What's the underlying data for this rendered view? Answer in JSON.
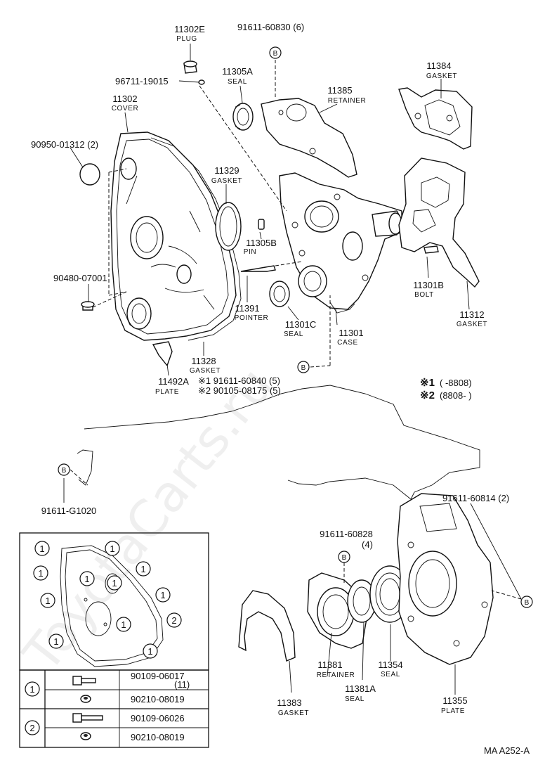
{
  "watermark": "ToyotaCarts.ru",
  "diagram_code": "MA  A252-A",
  "marker_b": "B",
  "parts": {
    "p11302e": {
      "num": "11302E",
      "name": "PLUG"
    },
    "p91611_60830": {
      "num": "91611-60830 (6)"
    },
    "p96711": {
      "num": "96711-19015"
    },
    "p11305a": {
      "num": "11305A",
      "name": "SEAL"
    },
    "p11385": {
      "num": "11385",
      "name": "RETAINER"
    },
    "p11384": {
      "num": "11384",
      "name": "GASKET"
    },
    "p11302": {
      "num": "11302",
      "name": "COVER"
    },
    "p90950": {
      "num": "90950-01312 (2)"
    },
    "p11329": {
      "num": "11329",
      "name": "GASKET"
    },
    "p11305b": {
      "num": "11305B",
      "name": "PIN"
    },
    "p90480": {
      "num": "90480-07001"
    },
    "p11301b": {
      "num": "11301B",
      "name": "BOLT"
    },
    "p11391": {
      "num": "11391",
      "name": "POINTER"
    },
    "p11301c": {
      "num": "11301C",
      "name": "SEAL"
    },
    "p11301": {
      "num": "11301",
      "name": "CASE"
    },
    "p11312": {
      "num": "11312",
      "name": "GASKET"
    },
    "p11328": {
      "num": "11328",
      "name": "GASKET"
    },
    "p11492a": {
      "num": "11492A",
      "name": "PLATE"
    },
    "p91611_60840": {
      "num": "※1 91611-60840 (5)"
    },
    "p90105": {
      "num": "※2 90105-08175 (5)"
    },
    "p91611_g1020": {
      "num": "91611-G1020"
    },
    "p91611_60814": {
      "num": "91611-60814 (2)"
    },
    "p91611_60828": {
      "num": "91611-60828",
      "qty": "(4)"
    },
    "p11381": {
      "num": "11381",
      "name": "RETAINER"
    },
    "p11354": {
      "num": "11354",
      "name": "SEAL"
    },
    "p11381a": {
      "num": "11381A",
      "name": "SEAL"
    },
    "p11383": {
      "num": "11383",
      "name": "GASKET"
    },
    "p11355": {
      "num": "11355",
      "name": "PLATE"
    }
  },
  "notes": {
    "n1": {
      "mark": "※1",
      "range": "(      -8808)"
    },
    "n2": {
      "mark": "※2",
      "range": "(8808-        )"
    }
  },
  "inset": {
    "callout_1": "1",
    "callout_2": "2",
    "table": [
      {
        "group": "1",
        "part": "90109-06017",
        "qty": "(11)"
      },
      {
        "group": "",
        "part": "90210-08019",
        "qty": ""
      },
      {
        "group": "2",
        "part": "90109-06026",
        "qty": ""
      },
      {
        "group": "",
        "part": "90210-08019",
        "qty": ""
      }
    ]
  }
}
